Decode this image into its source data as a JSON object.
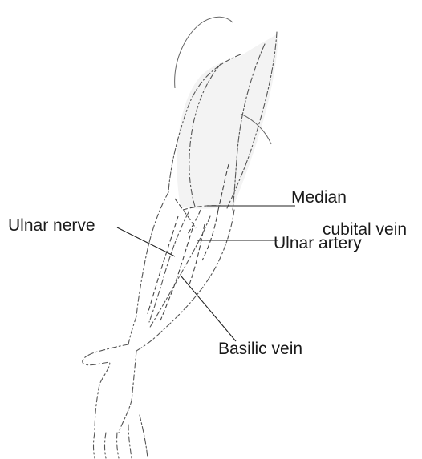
{
  "labels": {
    "median_line1": "Median",
    "median_line2": "cubital vein",
    "ulnar_nerve": "Ulnar nerve",
    "ulnar_artery": "Ulnar artery",
    "basilic_vein": "Basilic vein"
  },
  "colors": {
    "ink": "#1a1a1a",
    "outline": "#555555",
    "background": "#ffffff"
  }
}
